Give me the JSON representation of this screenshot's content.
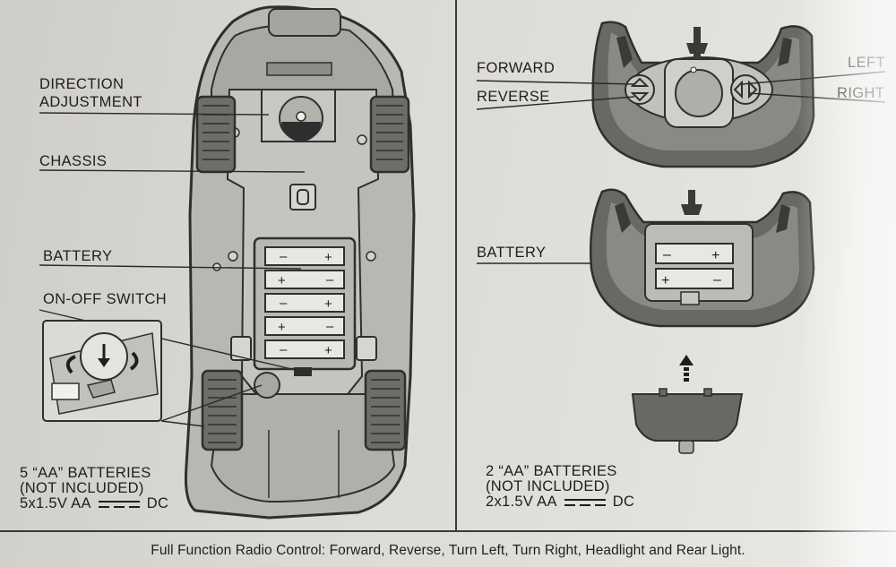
{
  "left": {
    "labels": {
      "direction": [
        "DIRECTION",
        "ADJUSTMENT"
      ],
      "chassis": "CHASSIS",
      "battery": "BATTERY",
      "switch": "ON-OFF SWITCH"
    },
    "note": {
      "line1": "5 “AA” BATTERIES",
      "line2": "(NOT INCLUDED)",
      "line3_prefix": "5x1.5V AA",
      "line3_suffix": "DC"
    },
    "cells": [
      "– +",
      "+ –",
      "– +",
      "+ –",
      "– +"
    ]
  },
  "right": {
    "labels": {
      "forward": "FORWARD",
      "reverse": "REVERSE",
      "left": "LEFT",
      "right": "RIGHT",
      "battery": "BATTERY"
    },
    "note": {
      "line1": "2 “AA” BATTERIES",
      "line2": "(NOT INCLUDED)",
      "line3_prefix": "2x1.5V AA",
      "line3_suffix": "DC"
    }
  },
  "footer": {
    "text": "Full Function Radio Control: Forward, Reverse, Turn Left, Turn Right, Headlight and Rear Light."
  }
}
